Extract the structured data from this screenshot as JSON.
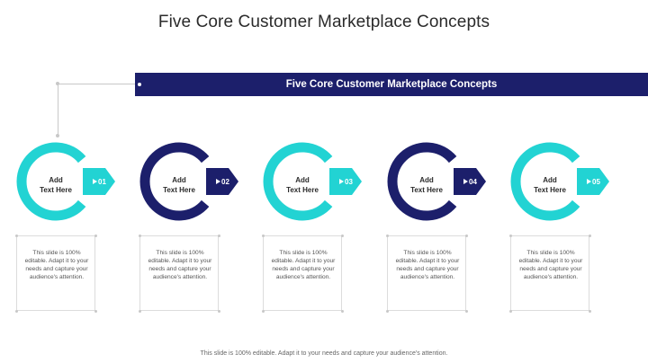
{
  "title": "Five Core Customer Marketplace Concepts",
  "banner": {
    "text": "Five Core Customer Marketplace Concepts"
  },
  "colors": {
    "navy": "#1c1f6b",
    "teal": "#22d3d3"
  },
  "steps": [
    {
      "label": "Add\nText Here",
      "number": "01",
      "color": "teal",
      "description": "This slide is 100% editable. Adapt it to your needs and capture your audience's attention."
    },
    {
      "label": "Add\nText Here",
      "number": "02",
      "color": "navy",
      "description": "This slide is 100% editable. Adapt it to your needs and capture your audience's attention."
    },
    {
      "label": "Add\nText Here",
      "number": "03",
      "color": "teal",
      "description": "This slide is 100% editable. Adapt it to your needs and capture your audience's attention."
    },
    {
      "label": "Add\nText Here",
      "number": "04",
      "color": "navy",
      "description": "This slide is 100% editable. Adapt it to your needs and capture your audience's attention."
    },
    {
      "label": "Add\nText Here",
      "number": "05",
      "color": "teal",
      "description": "This slide is 100% editable. Adapt it to your needs and capture your audience's attention."
    }
  ],
  "footer": "This slide is 100% editable. Adapt it to your needs and capture your audience's attention."
}
